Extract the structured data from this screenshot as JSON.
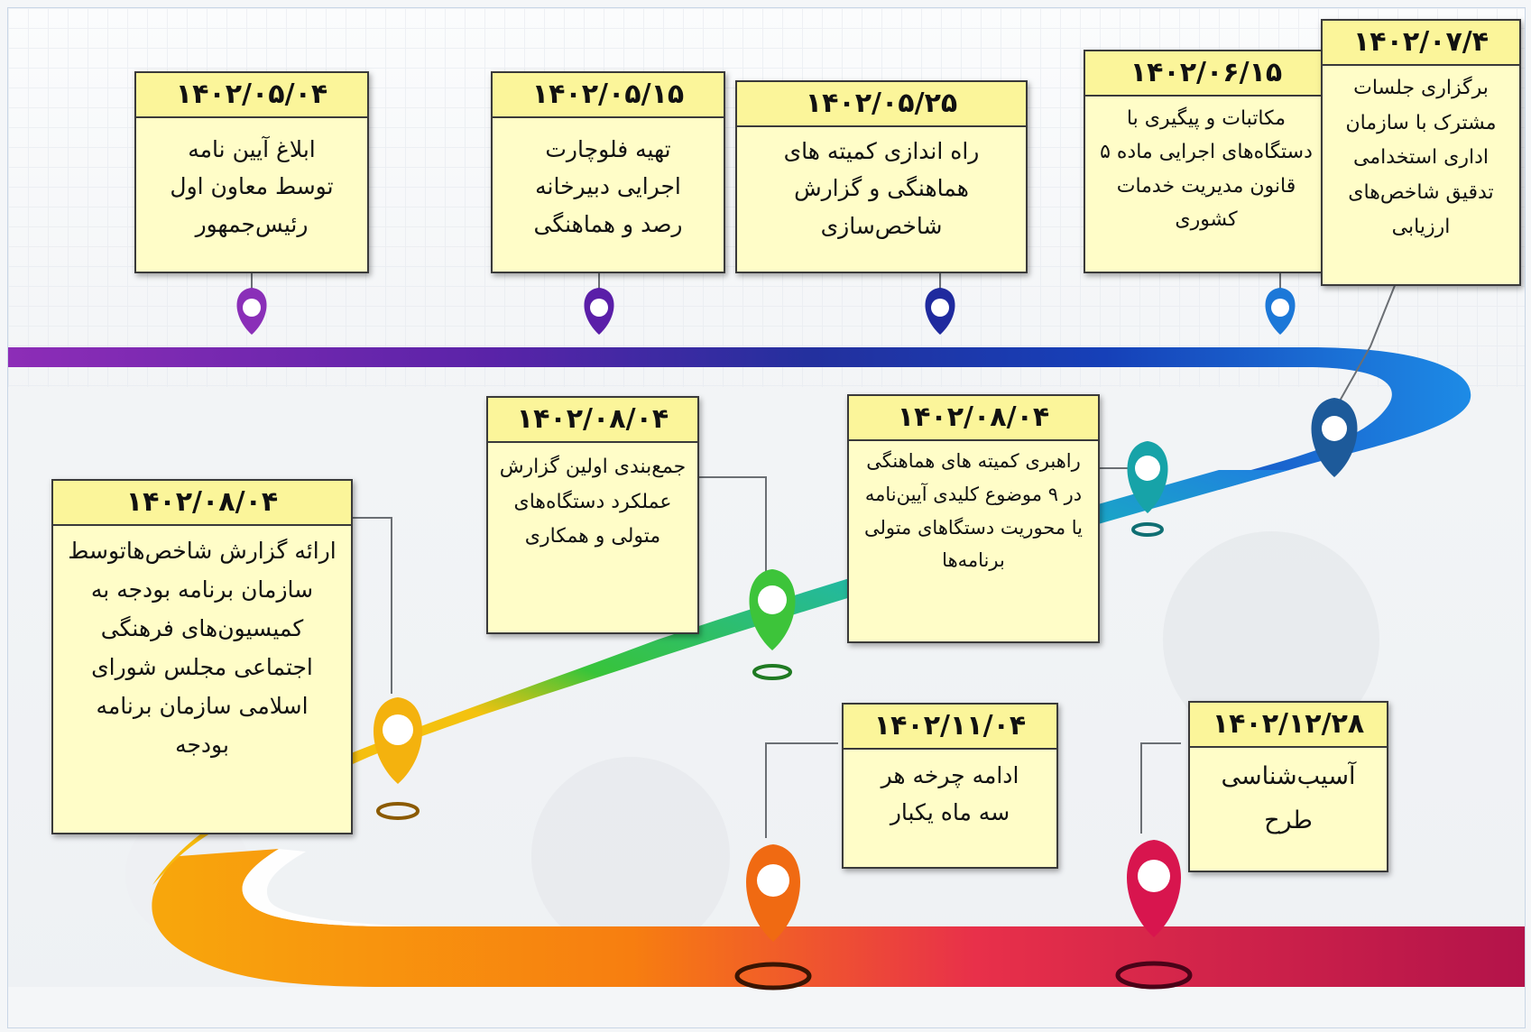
{
  "milestones": [
    {
      "date": "۱۴۰۲/۰۵/۰۴",
      "text": "ابلاغ آیین نامه توسط معاون اول رئیس‌جمهور",
      "pin_color": "#8a2fb8"
    },
    {
      "date": "۱۴۰۲/۰۵/۱۵",
      "text": "تهیه فلوچارت اجرایی دبیرخانه رصد و هماهنگی",
      "pin_color": "#5a1ea8"
    },
    {
      "date": "۱۴۰۲/۰۵/۲۵",
      "text": "راه اندازی کمیته های هماهنگی و گزارش شاخص‌سازی",
      "pin_color": "#1f2a9e"
    },
    {
      "date": "۱۴۰۲/۰۶/۱۵",
      "text": "مکاتبات و پیگیری با دستگاه‌های اجرایی ماده ۵ قانون مدیریت خدمات کشوری",
      "pin_color": "#1c78d8"
    },
    {
      "date": "۱۴۰۲/۰۷/۴",
      "text": "برگزاری جلسات مشترک با سازمان اداری استخدامی تدقیق شاخص‌های ارزیابی",
      "pin_color": "#1d5a9a"
    },
    {
      "date": "۱۴۰۲/۰۸/۰۴",
      "text": "راهبری کمیته های هماهنگی در ۹ موضوع کلیدی آیین‌نامه یا محوریت دستگاهای متولی برنامه‌ها",
      "pin_color": "#17a3a8"
    },
    {
      "date": "۱۴۰۲/۰۸/۰۴",
      "text": "جمع‌بندی اولین گزارش عملکرد دستگاه‌های متولی و همکاری",
      "pin_color": "#3dc43a"
    },
    {
      "date": "۱۴۰۲/۰۸/۰۴",
      "text": "ارائه گزارش شاخص‌هاتوسط سازمان برنامه بودجه به کمیسیون‌های فرهنگی اجتماعی مجلس شورای اسلامی سازمان برنامه بودجه",
      "pin_color": "#f4b20e"
    },
    {
      "date": "۱۴۰۲/۱۱/۰۴",
      "text": "ادامه چرخه هر سه ماه یکبار",
      "pin_color": "#f06a12"
    },
    {
      "date": "۱۴۰۲/۱۲/۲۸",
      "text": "آسیب‌شناسی طرح",
      "pin_color": "#d8154e"
    }
  ]
}
